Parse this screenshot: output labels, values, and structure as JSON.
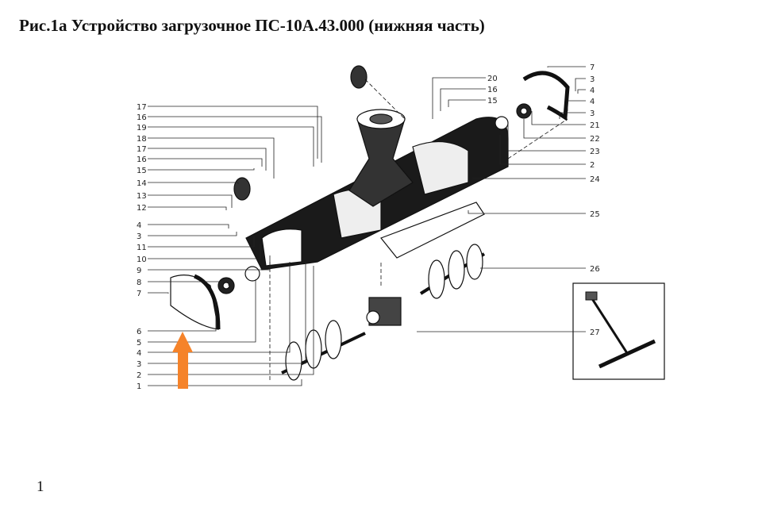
{
  "document": {
    "title": "Рис.1а Устройство загрузочное ПС-10А.43.000 (нижняя часть)",
    "page_number": "1"
  },
  "diagram": {
    "left_labels": [
      "17",
      "16",
      "19",
      "18",
      "17",
      "16",
      "15",
      "14",
      "13",
      "12",
      "4",
      "3",
      "11",
      "10",
      "9",
      "8",
      "7",
      "6",
      "5",
      "4",
      "3",
      "2",
      "1"
    ],
    "right_labels": [
      "20",
      "16",
      "15",
      "7",
      "3",
      "4",
      "4",
      "3",
      "21",
      "22",
      "23",
      "2",
      "24",
      "25",
      "26",
      "27"
    ],
    "arrow_color": "#f5832a"
  }
}
